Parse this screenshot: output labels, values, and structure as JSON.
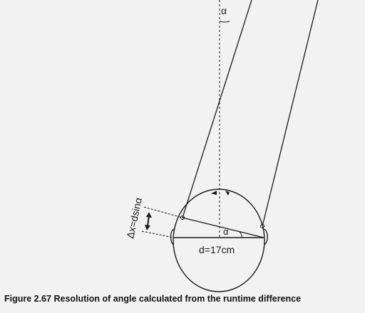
{
  "diagram": {
    "angle_label_top": "α",
    "angle_label_head": "α",
    "distance_label": "d=17cm",
    "delta_label": "Δx=dsinα"
  },
  "caption": "Figure 2.67 Resolution of angle calculated from the runtime difference",
  "colors": {
    "background": "#f2f2f2",
    "ink": "#1a1a1a"
  }
}
